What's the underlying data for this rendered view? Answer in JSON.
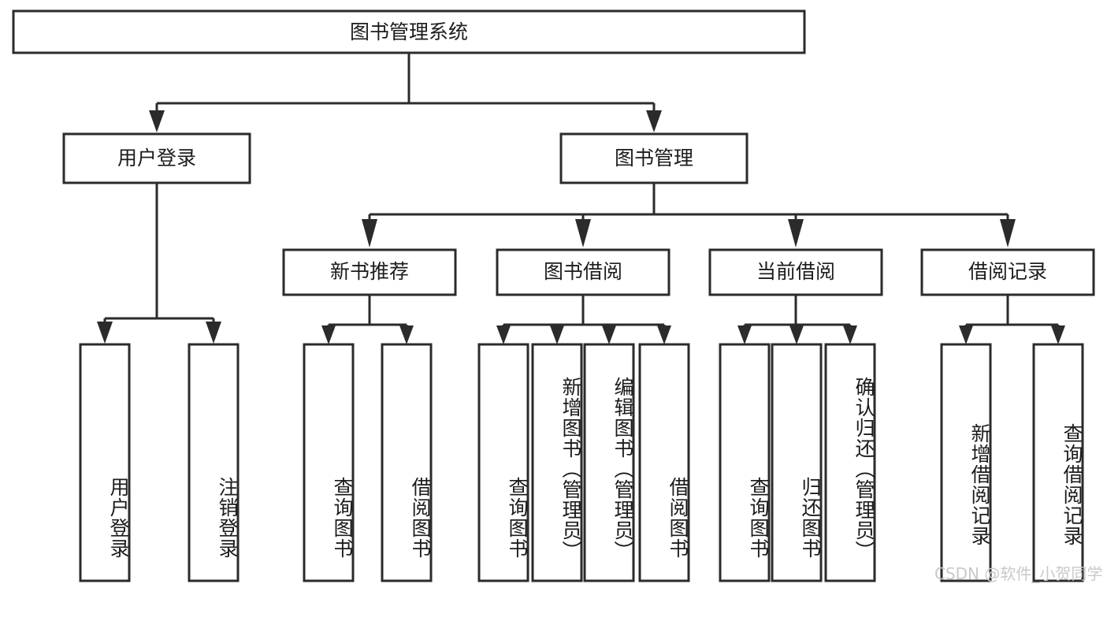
{
  "diagram": {
    "title": "图书管理系统",
    "type": "tree-hierarchy-flowchart",
    "colors": {
      "stroke": "#2b2b2b",
      "fill": "#ffffff",
      "text": "#1c1c1c",
      "watermark": "#c9c9c9"
    },
    "root": {
      "label": "图书管理系统"
    },
    "level2": [
      {
        "label": "用户登录"
      },
      {
        "label": "图书管理"
      }
    ],
    "level3": [
      {
        "label": "新书推荐"
      },
      {
        "label": "图书借阅"
      },
      {
        "label": "当前借阅"
      },
      {
        "label": "借阅记录"
      }
    ],
    "leaves": {
      "user_login": [
        {
          "label": "用户登录"
        },
        {
          "label": "注销登录"
        }
      ],
      "new_book_recommend": [
        {
          "label": "查询图书"
        },
        {
          "label": "借阅图书"
        }
      ],
      "book_borrow": [
        {
          "label": "查询图书"
        },
        {
          "label": "新增图书（管理员）"
        },
        {
          "label": "编辑图书（管理员）"
        },
        {
          "label": "借阅图书"
        }
      ],
      "current_borrow": [
        {
          "label": "查询图书"
        },
        {
          "label": "归还图书"
        },
        {
          "label": "确认归还（管理员）"
        }
      ],
      "borrow_records": [
        {
          "label": "新增借阅记录"
        },
        {
          "label": "查询借阅记录"
        }
      ]
    }
  },
  "watermark": {
    "text": "CSDN @软件_小贺同学"
  }
}
